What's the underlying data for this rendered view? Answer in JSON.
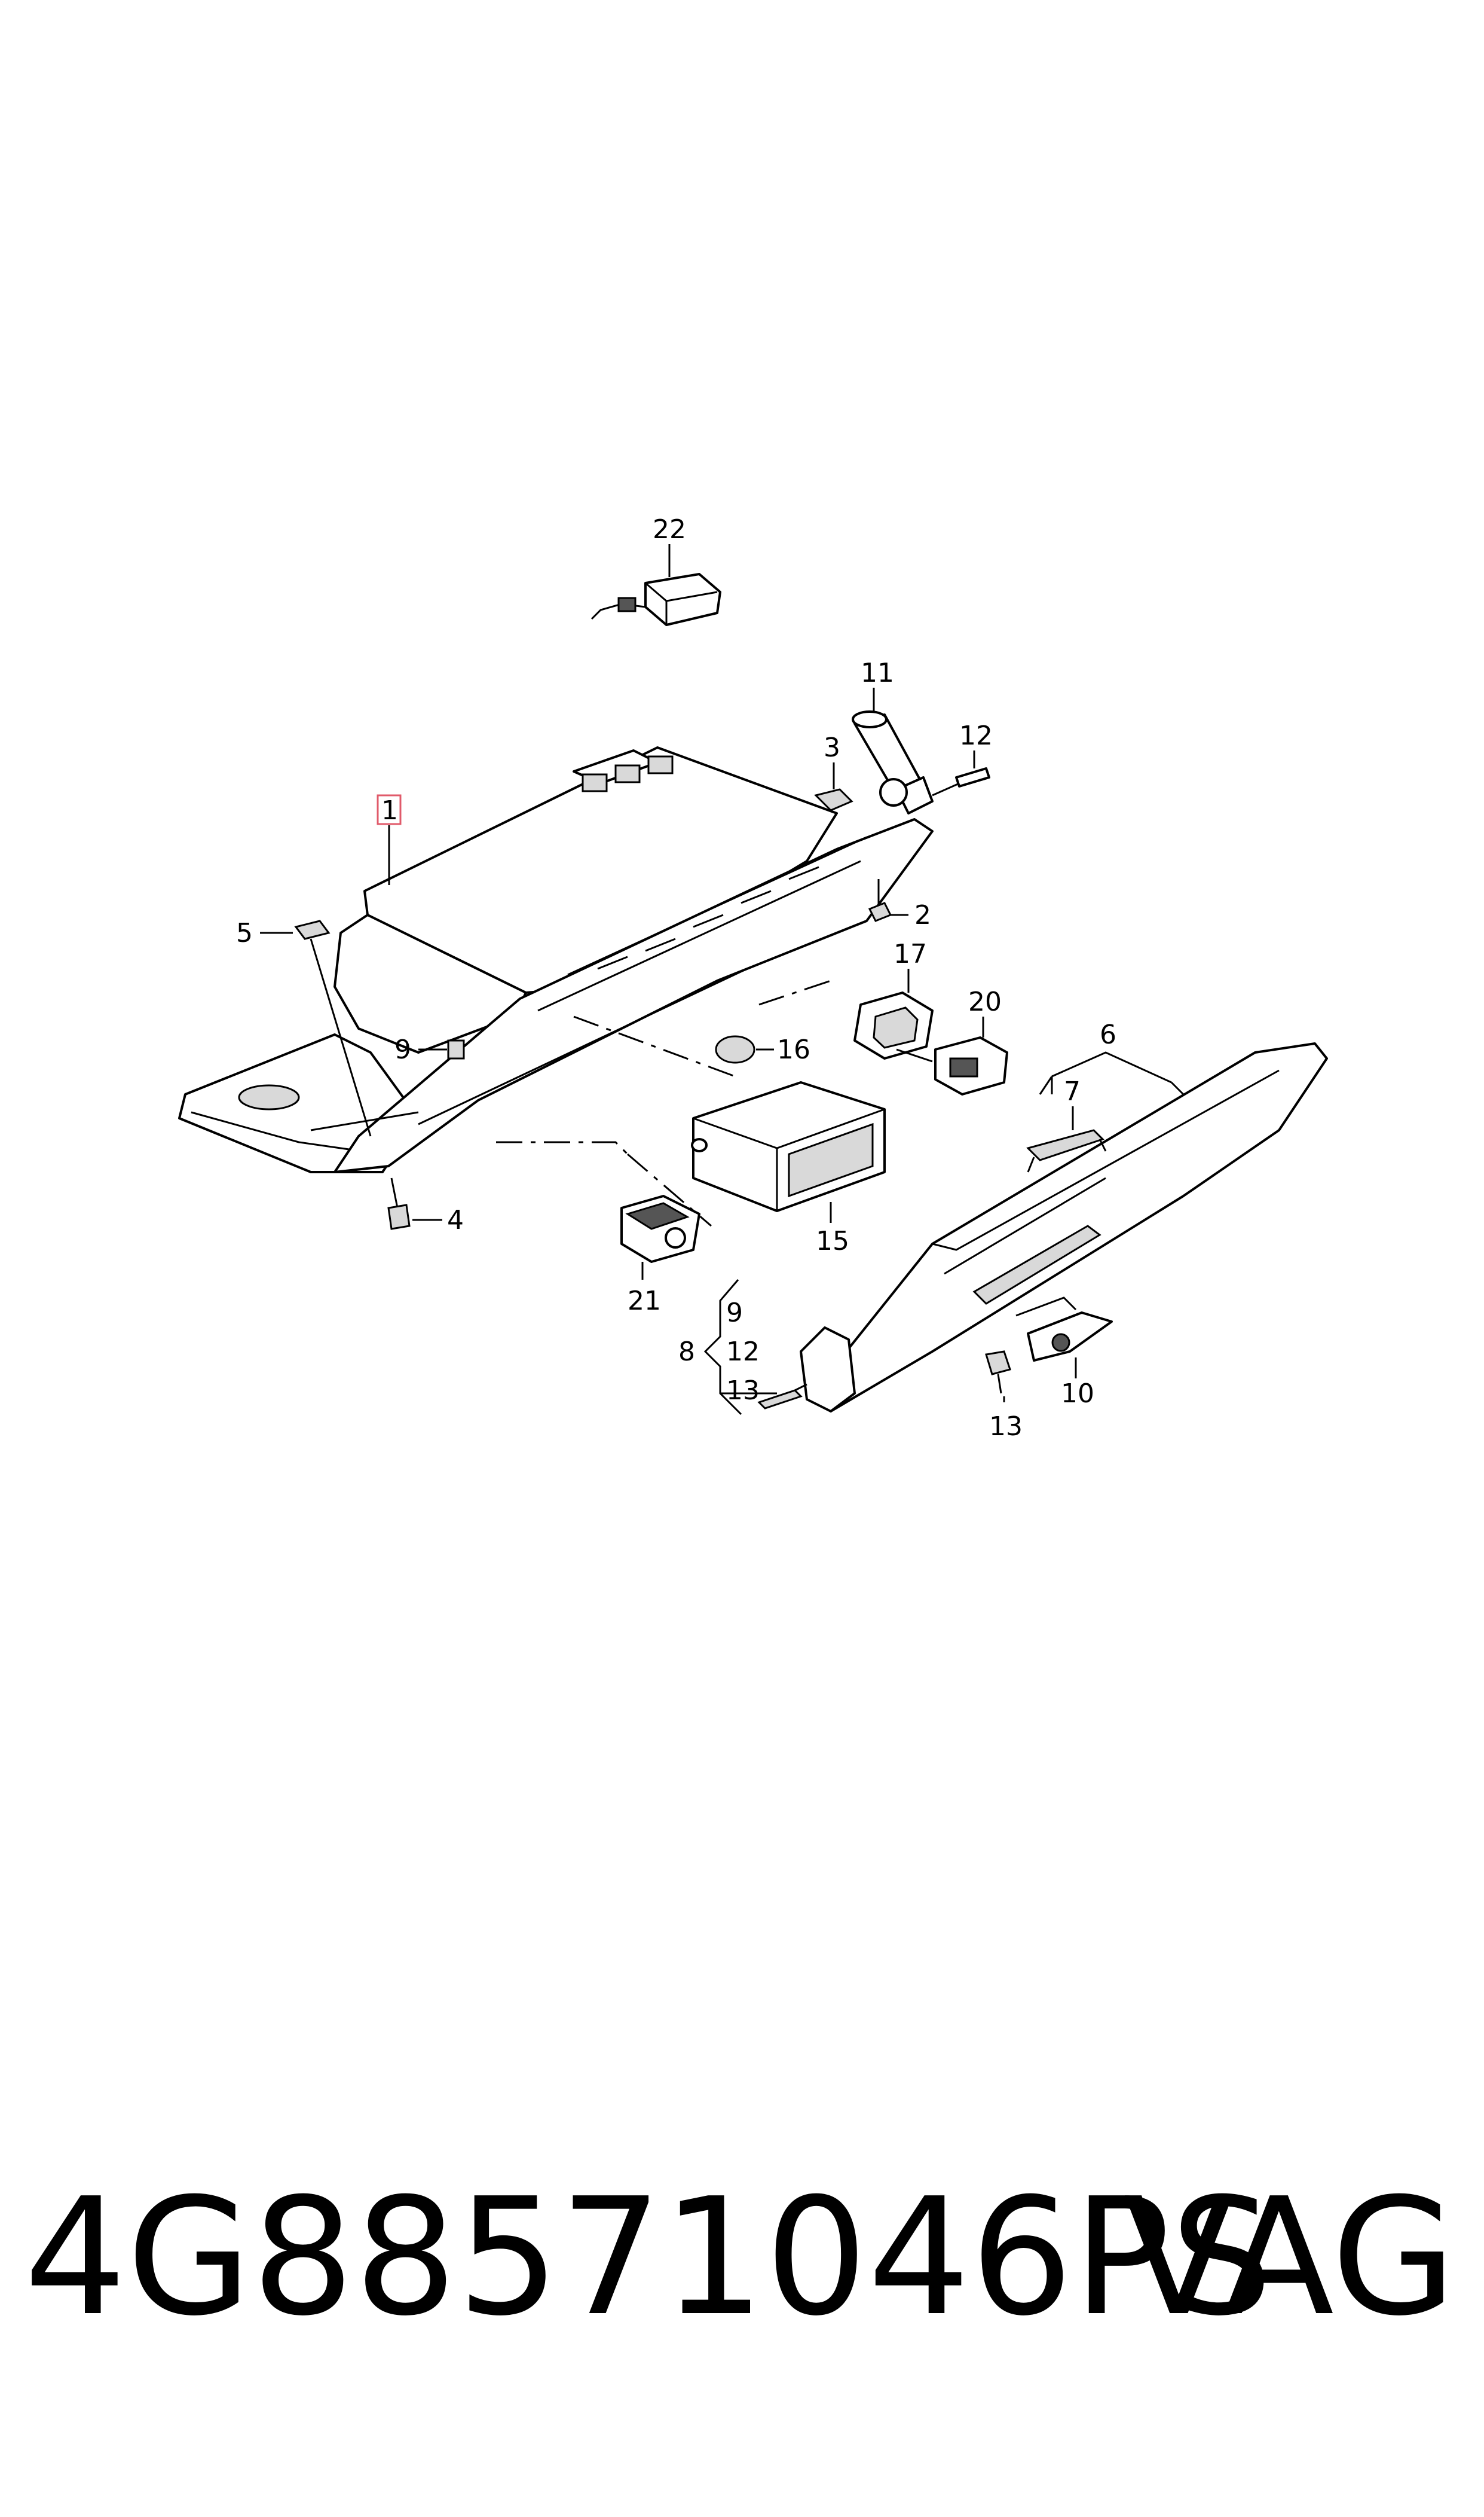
{
  "footer": {
    "part_number": "4G88571046PS",
    "brand": "VAG"
  },
  "callouts": {
    "c1": "1",
    "c2": "2",
    "c3": "3",
    "c4": "4",
    "c5": "5",
    "c6": "6",
    "c7": "7",
    "c8": "8",
    "c9": "9",
    "c9b": "9",
    "c10": "10",
    "c11": "11",
    "c12": "12",
    "c12b": "12",
    "c13": "13",
    "c13b": "13",
    "c15": "15",
    "c16": "16",
    "c17": "17",
    "c20": "20",
    "c21": "21",
    "c22": "22"
  },
  "colors": {
    "highlight_box": "#e05a6a",
    "ink": "#000000"
  }
}
